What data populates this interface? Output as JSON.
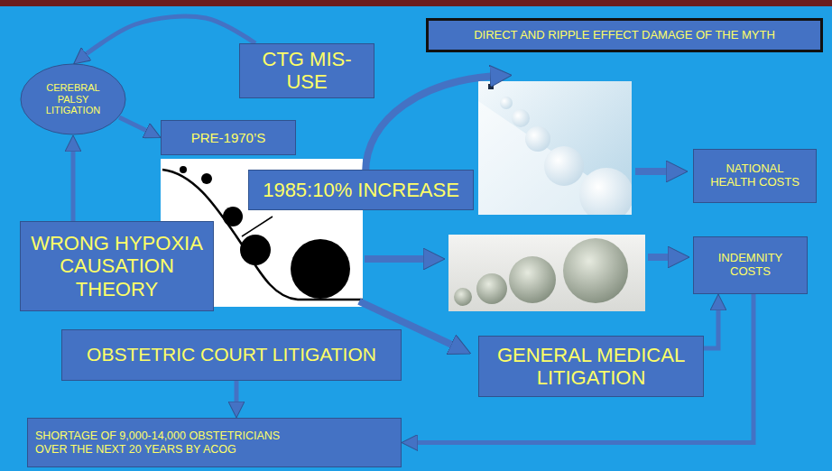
{
  "diagram": {
    "nodes": [
      {
        "text": [
          "CTG MIS-USE"
        ]
      },
      {
        "text": [
          "DIRECT AND RIPPLE EFFECT DAMAGE OF THE MYTH"
        ]
      },
      {
        "text": [
          "CEREBRAL PALSY LITIGATION"
        ]
      },
      {
        "text": [
          "PRE-1970’S"
        ]
      },
      {
        "text": [
          "NATIONAL HEALTH COSTS"
        ]
      },
      {
        "text": [
          "1985:10% INCREASE"
        ]
      },
      {
        "text": [
          "WRONG HYPOXIA CAUSATION THEORY"
        ]
      },
      {
        "text": [
          "INDEMNITY COSTS"
        ]
      },
      {
        "text": [
          "OBSTETRIC COURT LITIGATION"
        ]
      },
      {
        "text": [
          "GENERAL MEDICAL LITIGATION"
        ]
      },
      {
        "text": [
          "SHORTAGE OF 9,000-14,000 OBSTETRICIANS OVER THE NEXT 20 YEARS BY ACOG"
        ]
      }
    ],
    "edges": [
      {
        "from": 0,
        "to": 2,
        "arrow": "to"
      },
      {
        "from": 6,
        "to": 2,
        "arrow": "to"
      },
      {
        "from": 2,
        "to": 3,
        "arrow": "to"
      },
      {
        "from": 9,
        "to": 7,
        "arrow": "to"
      },
      {
        "from": 8,
        "to": 10,
        "arrow": "to"
      },
      {
        "from": 7,
        "to": 10,
        "arrow": "to"
      }
    ]
  }
}
